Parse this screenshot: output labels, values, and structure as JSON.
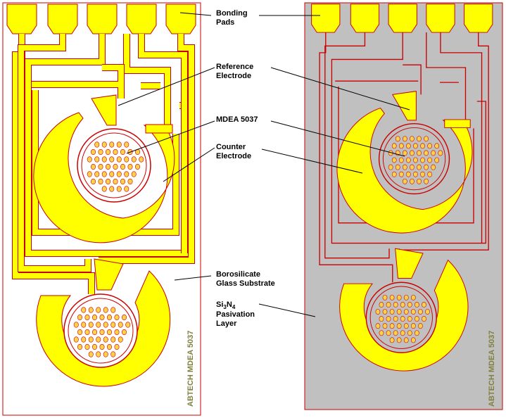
{
  "labels": {
    "bonding_pads": [
      "Bonding",
      "Pads"
    ],
    "reference_electrode": [
      "Reference",
      "Electrode"
    ],
    "mdea": [
      "MDEA 5037"
    ],
    "counter_electrode": [
      "Counter",
      "Electrode"
    ],
    "borosilicate": [
      "Borosilicate",
      "Glass Substrate"
    ],
    "si3n4": {
      "si": "Si",
      "sub1": "3",
      "n": "N",
      "sub2": "4",
      "line2": "Pasivation",
      "line3": "Layer"
    }
  },
  "vertical_text": "ABTECH MDEA 5037",
  "colors": {
    "gold": "#FFFF00",
    "outline": "#CC0000",
    "passivation": "#C0C0C0",
    "dot": "#FFD24A",
    "vertical_text": "#808040",
    "pointer": "#000000"
  }
}
